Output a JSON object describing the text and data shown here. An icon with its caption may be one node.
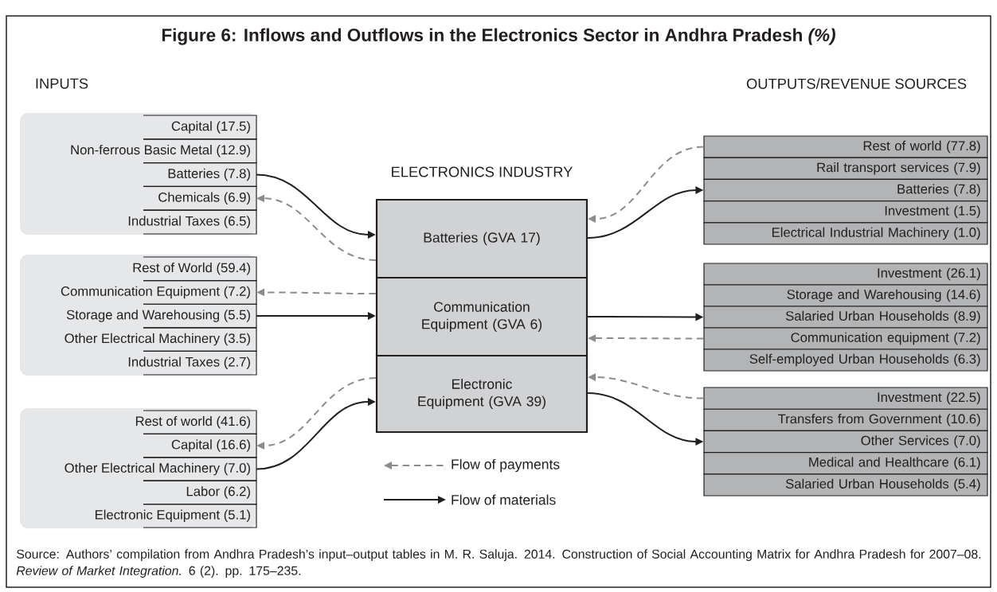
{
  "diagram": {
    "title": "Figure 6: Inflows and Outflows in the Electronics Sector in Andhra Pradesh *(%)*",
    "caption": "Source: Authors’ compilation from Andhra Pradesh’s input–output tables in M. R. Saluja. 2014. Construction of Social Accounting Matrix for Andhra Pradesh for 2007–08. *Review of Market Integration.* 6 (2). pp. 175–235.",
    "nodes": [
      {
        "text": [
          "Capital (17.5)"
        ]
      },
      {
        "text": [
          "Non-ferrous Basic Metal (12.9)"
        ]
      },
      {
        "text": [
          "Batteries (7.8)"
        ]
      },
      {
        "text": [
          "Chemicals (6.9)"
        ]
      },
      {
        "text": [
          "Industrial Taxes (6.5)"
        ]
      },
      {
        "text": [
          "Rest of World (59.4)"
        ]
      },
      {
        "text": [
          "Communication Equipment (7.2)"
        ]
      },
      {
        "text": [
          "Storage and Warehousing (5.5)"
        ]
      },
      {
        "text": [
          "Other Electrical Machinery (3.5)"
        ]
      },
      {
        "text": [
          "Industrial Taxes (2.7)"
        ]
      },
      {
        "text": [
          "Rest of world (41.6)"
        ]
      },
      {
        "text": [
          "Capital (16.6)"
        ]
      },
      {
        "text": [
          "Other Electrical Machinery (7.0)"
        ]
      },
      {
        "text": [
          "Labor (6.2)"
        ]
      },
      {
        "text": [
          "Electronic Equipment (5.1)"
        ]
      },
      {
        "text": [
          "Batteries (GVA 17)"
        ]
      },
      {
        "text": [
          "Communication Equipment (GVA 6)"
        ]
      },
      {
        "text": [
          "Electronic Equipment (GVA 39)"
        ]
      },
      {
        "text": [
          "Rest of world (77.8)"
        ]
      },
      {
        "text": [
          "Rail transport services (7.9)"
        ]
      },
      {
        "text": [
          "Batteries (7.8)"
        ]
      },
      {
        "text": [
          "Investment (1.5)"
        ]
      },
      {
        "text": [
          "Electrical Industrial Machinery (1.0)"
        ]
      },
      {
        "text": [
          "Investment (26.1)"
        ]
      },
      {
        "text": [
          "Storage and Warehousing (14.6)"
        ]
      },
      {
        "text": [
          "Salaried Urban Households (8.9)"
        ]
      },
      {
        "text": [
          "Communication equipment (7.2)"
        ]
      },
      {
        "text": [
          "Self-employed Urban Households (6.3)"
        ]
      },
      {
        "text": [
          "Investment (22.5)"
        ]
      },
      {
        "text": [
          "Transfers from Government (10.6)"
        ]
      },
      {
        "text": [
          "Other Services (7.0)"
        ]
      },
      {
        "text": [
          "Medical and Healthcare (6.1)"
        ]
      },
      {
        "text": [
          "Salaried Urban Households (5.4)"
        ]
      }
    ],
    "edges": [
      {
        "from": 2,
        "to": 15,
        "arrow": "to"
      },
      {
        "from": 15,
        "to": 3,
        "arrow": "to",
        "style": "dashed",
        "color": "#8c8c8c"
      },
      {
        "from": 16,
        "to": 6,
        "arrow": "to",
        "style": "dashed",
        "color": "#8c8c8c"
      },
      {
        "from": 7,
        "to": 16,
        "arrow": "to"
      },
      {
        "from": 17,
        "to": 11,
        "arrow": "to",
        "style": "dashed",
        "color": "#8c8c8c"
      },
      {
        "from": 12,
        "to": 17,
        "arrow": "to"
      },
      {
        "from": 18,
        "to": 15,
        "arrow": "to",
        "style": "dashed",
        "color": "#8c8c8c"
      },
      {
        "from": 15,
        "to": 20,
        "arrow": "to"
      },
      {
        "from": 16,
        "to": 25,
        "arrow": "to"
      },
      {
        "from": 26,
        "to": 16,
        "arrow": "to",
        "style": "dashed",
        "color": "#8c8c8c"
      },
      {
        "from": 28,
        "to": 17,
        "arrow": "to",
        "style": "dashed",
        "color": "#8c8c8c"
      },
      {
        "from": 17,
        "to": 30,
        "arrow": "to"
      }
    ],
    "labels": [
      "INPUTS",
      "OUTPUTS/REVENUE SOURCES",
      "ELECTRONICS INDUSTRY"
    ],
    "legend": [
      {
        "text": "Flow of payments"
      },
      {
        "text": "Flow of materials"
      }
    ]
  }
}
